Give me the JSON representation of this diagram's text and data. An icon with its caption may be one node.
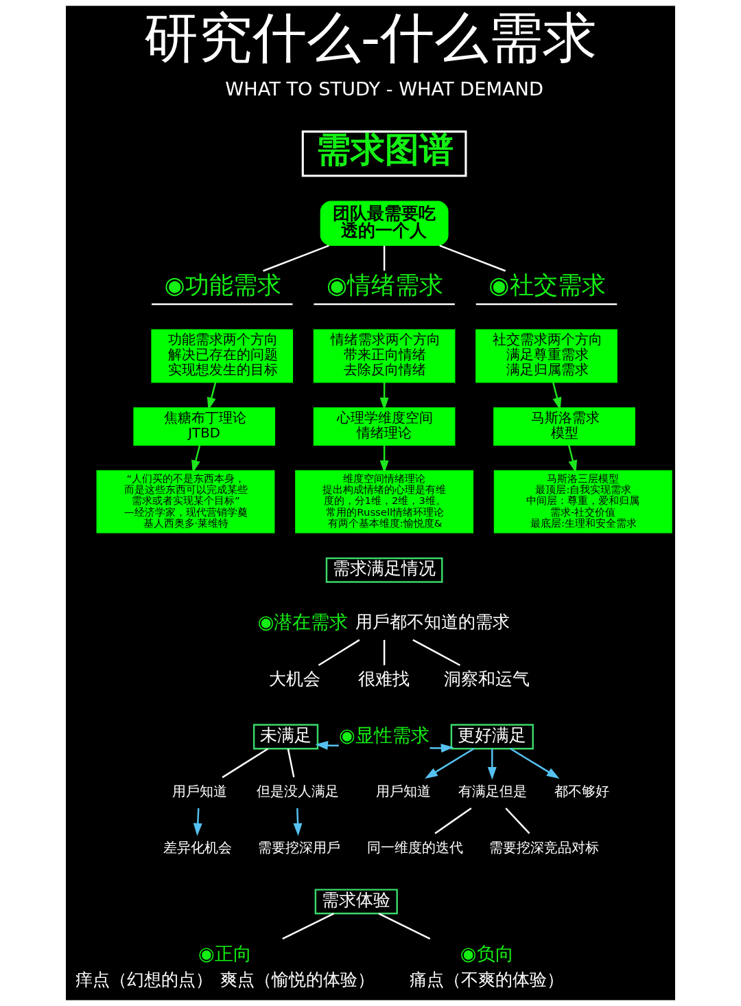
{
  "diagram": {
    "title": "研究什么-什么需求",
    "nodes": [
      {
        "text": [
          "需求图谱"
        ]
      },
      {
        "text": [
          "团队最需要吃透的一个人"
        ]
      },
      {
        "text": [
          "◉功能需求"
        ]
      },
      {
        "text": [
          "◉情绪需求"
        ]
      },
      {
        "text": [
          "◉社交需求"
        ]
      },
      {
        "text": [
          "功能需求两个方向",
          "解决已存在的问题",
          "实现想发生的目标"
        ]
      },
      {
        "text": [
          "情绪需求两个方向",
          "带来正向情绪",
          "去除反向情绪"
        ]
      },
      {
        "text": [
          "社交需求两个方向",
          "满足尊重需求",
          "满足归属需求"
        ]
      },
      {
        "text": [
          "焦糖布丁理论",
          "JTBD"
        ]
      },
      {
        "text": [
          "心理学维度空间情绪理论"
        ]
      },
      {
        "text": [
          "马斯洛需求模型"
        ]
      },
      {
        "text": [
          "“人们买的不是东西本身，而是这些东西可以完成某些需求或者实现某个目标”",
          "—经济学家，现代营销学奠基人西奥多·莱维特"
        ]
      },
      {
        "text": [
          "维度空间情绪理论",
          "提出构成情绪的心理是有维度的，分1维，2维，3维。常用的Russell情绪环理论有两个基本维度:愉悦度&"
        ]
      },
      {
        "text": [
          "马斯洛三层模型",
          "最顶层:自我实现需求",
          "中间层：尊重，爱和归属需求-社交价值",
          "最底层:生理和安全需求"
        ]
      },
      {
        "text": [
          "需求满足情况"
        ]
      },
      {
        "text": [
          "◉潜在需求"
        ],
        "beside": [
          "用戶都不知道的需求"
        ]
      },
      {
        "text": [
          "大机会"
        ]
      },
      {
        "text": [
          "很难找"
        ]
      },
      {
        "text": [
          "洞察和运气"
        ]
      },
      {
        "text": [
          "未满足"
        ]
      },
      {
        "text": [
          "◉显性需求"
        ]
      },
      {
        "text": [
          "更好满足"
        ]
      },
      {
        "text": [
          "用戶知道"
        ]
      },
      {
        "text": [
          "但是没人满足"
        ]
      },
      {
        "text": [
          "用戶知道"
        ]
      },
      {
        "text": [
          "有满足但是"
        ]
      },
      {
        "text": [
          "都不够好"
        ]
      },
      {
        "text": [
          "差异化机会"
        ]
      },
      {
        "text": [
          "需要挖深用戶"
        ]
      },
      {
        "text": [
          "同一维度的迭代"
        ]
      },
      {
        "text": [
          "需要挖深竞品对标"
        ]
      },
      {
        "text": [
          "需求体验"
        ]
      },
      {
        "text": [
          "◉正向"
        ],
        "beside": [
          "痒点（幻想的点）",
          "爽点（愉悦的体验）"
        ]
      },
      {
        "text": [
          "◉负向"
        ],
        "beside": [
          "痛点（不爽的体验）"
        ]
      }
    ],
    "edges": [
      {
        "from": 1,
        "to": 2,
        "arrow": "none"
      },
      {
        "from": 1,
        "to": 3,
        "arrow": "none"
      },
      {
        "from": 1,
        "to": 4,
        "arrow": "none"
      },
      {
        "from": 5,
        "to": 8,
        "arrow": "to",
        "color": "#1ee61e"
      },
      {
        "from": 6,
        "to": 9,
        "arrow": "to",
        "color": "#1ee61e"
      },
      {
        "from": 7,
        "to": 10,
        "arrow": "to",
        "color": "#1ee61e"
      },
      {
        "from": 8,
        "to": 11,
        "arrow": "to",
        "color": "#1ee61e"
      },
      {
        "from": 9,
        "to": 12,
        "arrow": "to",
        "color": "#1ee61e"
      },
      {
        "from": 10,
        "to": 13,
        "arrow": "to",
        "color": "#1ee61e"
      },
      {
        "from": 15,
        "to": 16,
        "arrow": "none"
      },
      {
        "from": 15,
        "to": 17,
        "arrow": "none"
      },
      {
        "from": 15,
        "to": 18,
        "arrow": "none"
      },
      {
        "from": 20,
        "to": 19,
        "arrow": "to",
        "color": "#56c1f0"
      },
      {
        "from": 20,
        "to": 21,
        "arrow": "to",
        "color": "#56c1f0"
      },
      {
        "from": 19,
        "to": 22,
        "arrow": "none"
      },
      {
        "from": 19,
        "to": 23,
        "arrow": "none"
      },
      {
        "from": 21,
        "to": 24,
        "arrow": "to",
        "color": "#56c1f0"
      },
      {
        "from": 21,
        "to": 25,
        "arrow": "to",
        "color": "#56c1f0"
      },
      {
        "from": 21,
        "to": 26,
        "arrow": "to",
        "color": "#56c1f0"
      },
      {
        "from": 22,
        "to": 27,
        "arrow": "to",
        "color": "#56c1f0"
      },
      {
        "from": 23,
        "to": 28,
        "arrow": "to",
        "color": "#56c1f0"
      },
      {
        "from": 25,
        "to": 29,
        "arrow": "none"
      },
      {
        "from": 25,
        "to": 30,
        "arrow": "none"
      },
      {
        "from": 31,
        "to": 32,
        "arrow": "none"
      },
      {
        "from": 31,
        "to": 33,
        "arrow": "none"
      }
    ],
    "labels": [
      "WHAT TO STUDY - WHAT DEMAND"
    ]
  }
}
